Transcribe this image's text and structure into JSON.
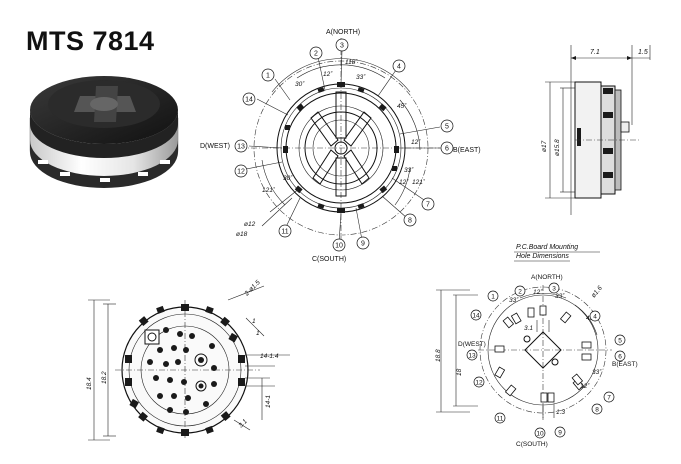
{
  "title": "MTS 7814",
  "top_view": {
    "north": "A(NORTH)",
    "south": "C(SOUTH)",
    "east": "B(EAST)",
    "west": "D(WEST)",
    "numbers": [
      "1",
      "2",
      "3",
      "4",
      "5",
      "6",
      "7",
      "8",
      "9",
      "10",
      "11",
      "12",
      "13",
      "14"
    ],
    "angles": {
      "a30_left": "30˚",
      "a12": "12˚",
      "a118": "118˚",
      "a33_top": "33˚",
      "a45": "45˚",
      "a12_right": "12˚",
      "a12_lower": "12˚",
      "a33_right": "33˚",
      "a121_right": "121˚",
      "a121_left": "121˚",
      "a30_lower": "30˚"
    },
    "dia_inner": "ø12",
    "dia_outer": "ø18"
  },
  "side_view": {
    "dim_top_left": "7.1",
    "dim_top_right": "1.5",
    "dia_17": "ø17",
    "dia_158": "ø15.8"
  },
  "bottom_view": {
    "dim_h1": "18.4",
    "dim_h2": "18.2",
    "hole": "2-ø1.5",
    "d14": "14-1.4",
    "d1a": "1",
    "d1b": "1",
    "d14v": "14-1",
    "d31": "3.1"
  },
  "pcb": {
    "title_line1": "P.C.Board  Mounting",
    "title_line2": "Hole  Dimensions",
    "north": "A(NORTH)",
    "south": "C(SOUTH)",
    "east": "B(EAST)",
    "west": "D(WEST)",
    "numbers": [
      "1",
      "2",
      "3",
      "4",
      "5",
      "6",
      "7",
      "8",
      "9",
      "10",
      "11",
      "12",
      "13",
      "14"
    ],
    "dim_188": "18.8",
    "dim_18": "18",
    "dia16": "ø1.6",
    "d31": "3.1",
    "d13": "1.3",
    "angles": {
      "a33a": "33˚",
      "a12": "12˚",
      "a33b": "33˚",
      "a45": "45˚",
      "a33c": "33˚",
      "a12b": "12˚"
    }
  }
}
